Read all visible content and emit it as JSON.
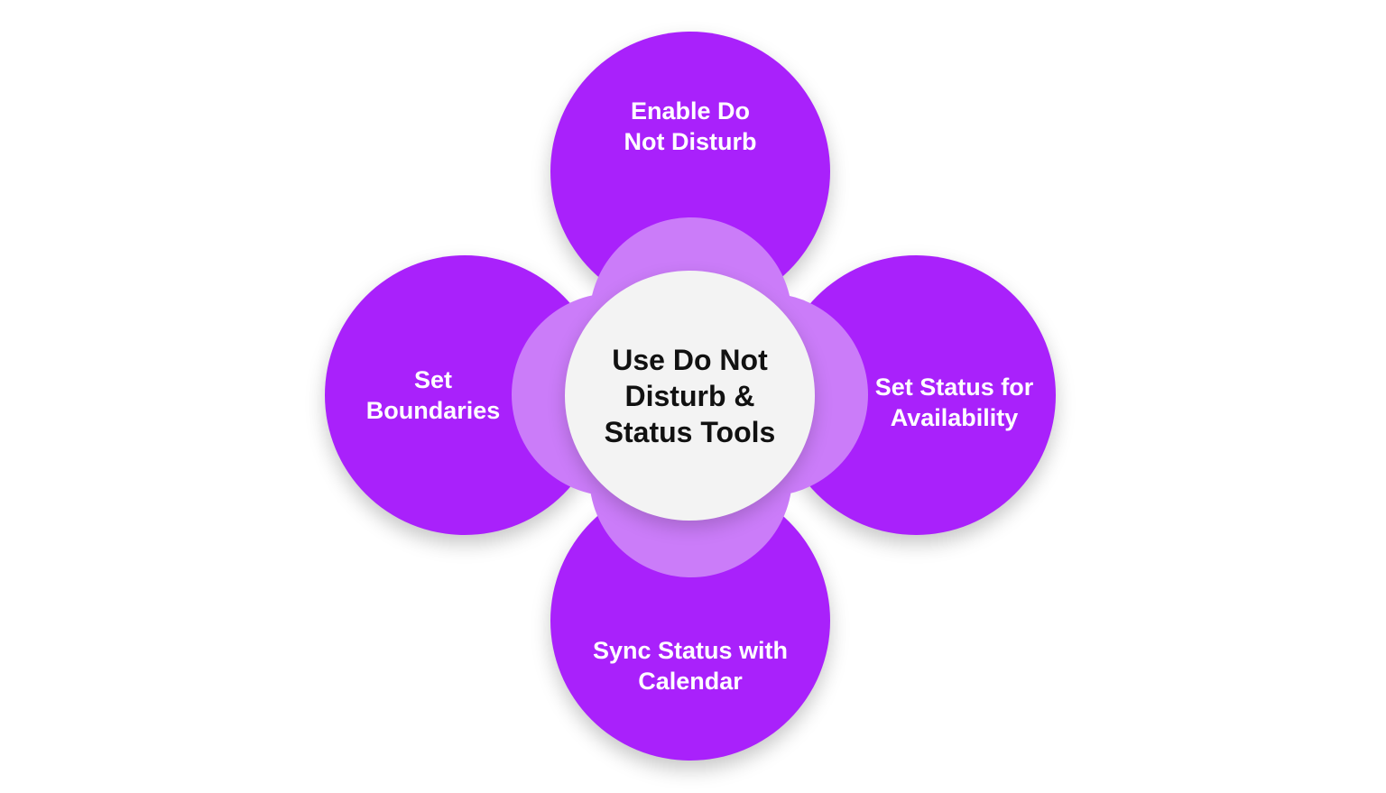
{
  "colors": {
    "petal": "#a921fb",
    "overlap": "#cb7cf9",
    "center": "#f3f3f3",
    "center_text": "#111111",
    "petal_text": "#ffffff"
  },
  "center": {
    "label": "Use Do Not\nDisturb &\nStatus Tools"
  },
  "petals": {
    "top": "Enable Do\nNot Disturb",
    "left": "Set\nBoundaries",
    "right": "Set Status for\nAvailability",
    "bottom": "Sync Status with\nCalendar"
  }
}
